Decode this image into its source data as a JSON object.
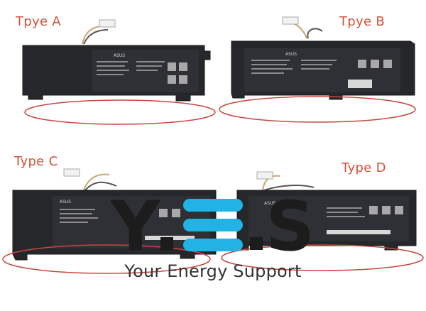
{
  "labels": {
    "type_a": "Tpye A",
    "type_b": "Tpye B",
    "type_c": "Type C",
    "type_d": "Type D"
  },
  "brand": {
    "logo_text_y": "Y",
    "logo_text_s": "S",
    "tagline": "Your Energy Support",
    "battery_brand": "ASUS"
  },
  "colors": {
    "label": "#d2533a",
    "ellipse": "#c9473e",
    "battery": "#25272b",
    "logo_blue": "#22b3e6",
    "logo_dark": "#1c1c1c"
  }
}
